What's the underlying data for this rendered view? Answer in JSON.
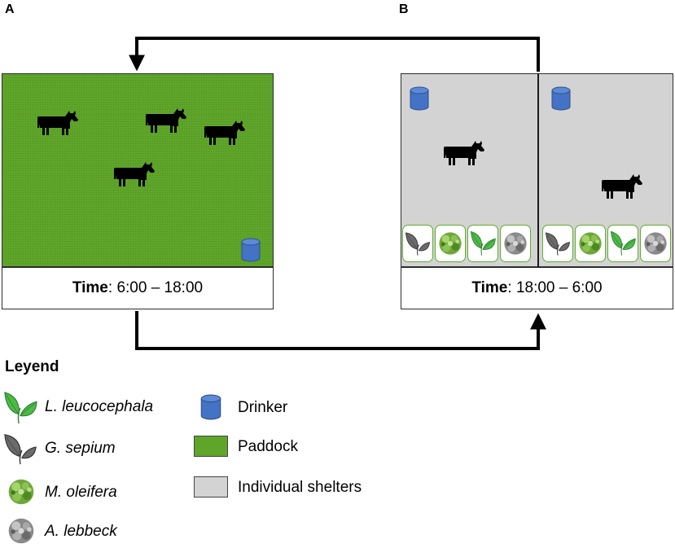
{
  "panels": {
    "a_label": "A",
    "b_label": "B",
    "a_time_label": "Time",
    "a_time_value": ": 6:00 – 18:00",
    "b_time_label": "Time",
    "b_time_value": ": 18:00 – 6:00"
  },
  "colors": {
    "paddock": "#5fa52a",
    "shelter": "#d3d3d3",
    "drinker": "#4472c4",
    "leucaena": "#3aaa35",
    "gliricidia": "#6b6b6b",
    "moringa": "#6fa83a",
    "albizia": "#8a8a8a"
  },
  "legend": {
    "title": "Leyend",
    "items": [
      {
        "text": "L. leucocephala",
        "italic": true,
        "icon": "leucaena-leaf-icon"
      },
      {
        "text": "G. sepium",
        "italic": true,
        "icon": "gliricidia-leaf-icon"
      },
      {
        "text": "M. oleifera",
        "italic": true,
        "icon": "moringa-shrub-icon"
      },
      {
        "text": "A. lebbeck",
        "italic": true,
        "icon": "albizia-shrub-icon"
      },
      {
        "text": "Drinker",
        "italic": false,
        "icon": "drinker-icon"
      },
      {
        "text": "Paddock",
        "italic": false,
        "icon": "paddock-swatch"
      },
      {
        "text": "Individual shelters",
        "italic": false,
        "icon": "shelter-swatch"
      }
    ]
  }
}
